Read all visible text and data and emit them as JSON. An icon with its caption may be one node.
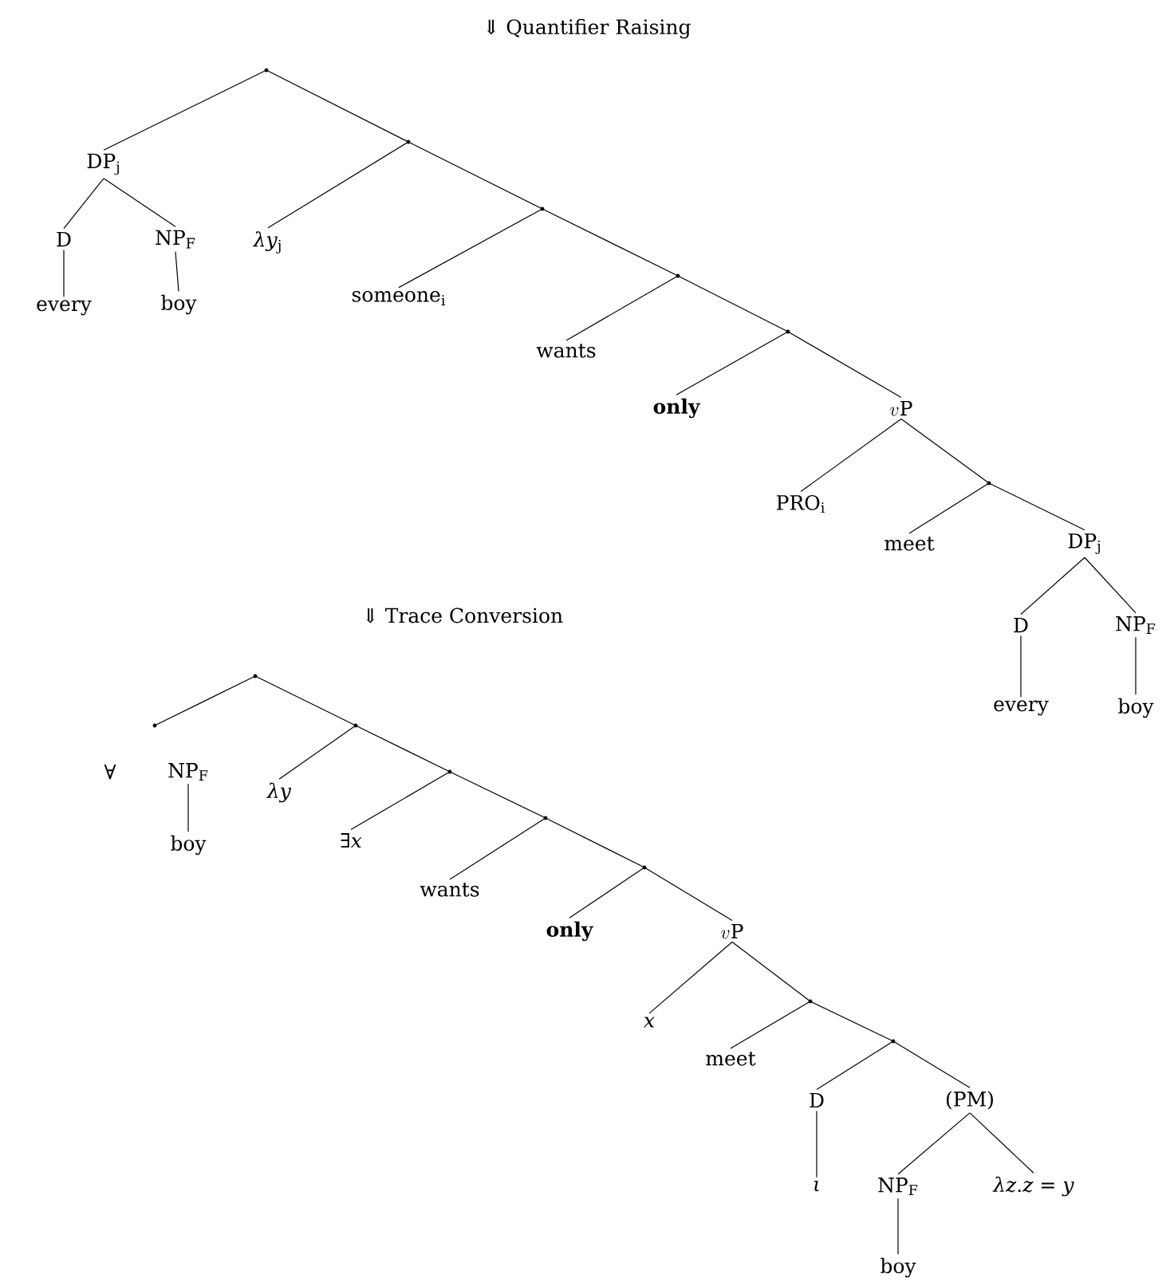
{
  "diagram": {
    "nodes": [
      {
        "text": [],
        "shape": "point"
      },
      {
        "text": [
          "DP$_{j}$"
        ]
      },
      {
        "text": [
          "D"
        ]
      },
      {
        "text": [
          "NP$_{F}$"
        ]
      },
      {
        "text": [
          "every"
        ]
      },
      {
        "text": [
          "boy"
        ]
      },
      {
        "text": [],
        "shape": "point"
      },
      {
        "text": [
          "*λy*$_{j}$"
        ]
      },
      {
        "text": [],
        "shape": "point"
      },
      {
        "text": [
          "someone$_{i}$"
        ]
      },
      {
        "text": [],
        "shape": "point"
      },
      {
        "text": [
          "wants"
        ]
      },
      {
        "text": [],
        "shape": "point"
      },
      {
        "text": [
          "only"
        ]
      },
      {
        "text": [
          "v\\mathrm{P}"
        ]
      },
      {
        "text": [
          "PRO$_{i}$"
        ]
      },
      {
        "text": [],
        "shape": "point"
      },
      {
        "text": [
          "meet"
        ]
      },
      {
        "text": [
          "DP$_{j}$"
        ]
      },
      {
        "text": [
          "D"
        ]
      },
      {
        "text": [
          "NP$_{F}$"
        ]
      },
      {
        "text": [
          "every"
        ]
      },
      {
        "text": [
          "boy"
        ]
      },
      {
        "text": [],
        "shape": "point"
      },
      {
        "text": [],
        "shape": "point"
      },
      {
        "text": [
          "∀"
        ]
      },
      {
        "text": [
          "NP$_{F}$"
        ]
      },
      {
        "text": [
          "boy"
        ]
      },
      {
        "text": [],
        "shape": "point"
      },
      {
        "text": [
          "*λy*"
        ]
      },
      {
        "text": [],
        "shape": "point"
      },
      {
        "text": [
          "∃*x*"
        ]
      },
      {
        "text": [],
        "shape": "point"
      },
      {
        "text": [
          "wants"
        ]
      },
      {
        "text": [],
        "shape": "point"
      },
      {
        "text": [
          "only"
        ]
      },
      {
        "text": [
          "v\\mathrm{P}"
        ]
      },
      {
        "text": [
          "*x*"
        ]
      },
      {
        "text": [],
        "shape": "point"
      },
      {
        "text": [
          "meet"
        ]
      },
      {
        "text": [],
        "shape": "point"
      },
      {
        "text": [
          "D"
        ]
      },
      {
        "text": [
          "(PM)"
        ]
      },
      {
        "text": [
          "*ι*"
        ]
      },
      {
        "text": [
          "NP$_{F}$"
        ]
      },
      {
        "text": [
          "*λz*.*z* = *y*"
        ]
      },
      {
        "text": [
          "boy"
        ]
      }
    ],
    "edges": [
      {
        "from": 0,
        "to": 1,
        "arrow": "none"
      },
      {
        "from": 0,
        "to": 6,
        "arrow": "none"
      },
      {
        "from": 1,
        "to": 2,
        "arrow": "none"
      },
      {
        "from": 1,
        "to": 3,
        "arrow": "none"
      },
      {
        "from": 2,
        "to": 4,
        "arrow": "none"
      },
      {
        "from": 3,
        "to": 5,
        "arrow": "none"
      },
      {
        "from": 6,
        "to": 7,
        "arrow": "none"
      },
      {
        "from": 6,
        "to": 8,
        "arrow": "none"
      },
      {
        "from": 8,
        "to": 9,
        "arrow": "none"
      },
      {
        "from": 8,
        "to": 10,
        "arrow": "none"
      },
      {
        "from": 10,
        "to": 11,
        "arrow": "none"
      },
      {
        "from": 10,
        "to": 12,
        "arrow": "none"
      },
      {
        "from": 12,
        "to": 13,
        "arrow": "none"
      },
      {
        "from": 12,
        "to": 14,
        "arrow": "none"
      },
      {
        "from": 14,
        "to": 15,
        "arrow": "none"
      },
      {
        "from": 14,
        "to": 16,
        "arrow": "none"
      },
      {
        "from": 16,
        "to": 17,
        "arrow": "none"
      },
      {
        "from": 16,
        "to": 18,
        "arrow": "none"
      },
      {
        "from": 18,
        "to": 19,
        "arrow": "none"
      },
      {
        "from": 18,
        "to": 20,
        "arrow": "none"
      },
      {
        "from": 19,
        "to": 21,
        "arrow": "none"
      },
      {
        "from": 20,
        "to": 22,
        "arrow": "none"
      },
      {
        "from": 23,
        "to": 24,
        "arrow": "none"
      },
      {
        "from": 23,
        "to": 28,
        "arrow": "none"
      },
      {
        "from": 26,
        "to": 27,
        "arrow": "none"
      },
      {
        "from": 28,
        "to": 29,
        "arrow": "none"
      },
      {
        "from": 28,
        "to": 30,
        "arrow": "none"
      },
      {
        "from": 30,
        "to": 31,
        "arrow": "none"
      },
      {
        "from": 30,
        "to": 32,
        "arrow": "none"
      },
      {
        "from": 32,
        "to": 33,
        "arrow": "none"
      },
      {
        "from": 32,
        "to": 34,
        "arrow": "none"
      },
      {
        "from": 34,
        "to": 35,
        "arrow": "none"
      },
      {
        "from": 34,
        "to": 36,
        "arrow": "none"
      },
      {
        "from": 36,
        "to": 37,
        "arrow": "none"
      },
      {
        "from": 36,
        "to": 38,
        "arrow": "none"
      },
      {
        "from": 38,
        "to": 39,
        "arrow": "none"
      },
      {
        "from": 38,
        "to": 40,
        "arrow": "none"
      },
      {
        "from": 40,
        "to": 41,
        "arrow": "none"
      },
      {
        "from": 40,
        "to": 42,
        "arrow": "none"
      },
      {
        "from": 41,
        "to": 43,
        "arrow": "none"
      },
      {
        "from": 42,
        "to": 44,
        "arrow": "none"
      },
      {
        "from": 42,
        "to": 45,
        "arrow": "none"
      },
      {
        "from": 44,
        "to": 46,
        "arrow": "none"
      }
    ],
    "labels": [
      "⇓ Quantifier Raising",
      "⇓ Trace Conversion"
    ]
  }
}
